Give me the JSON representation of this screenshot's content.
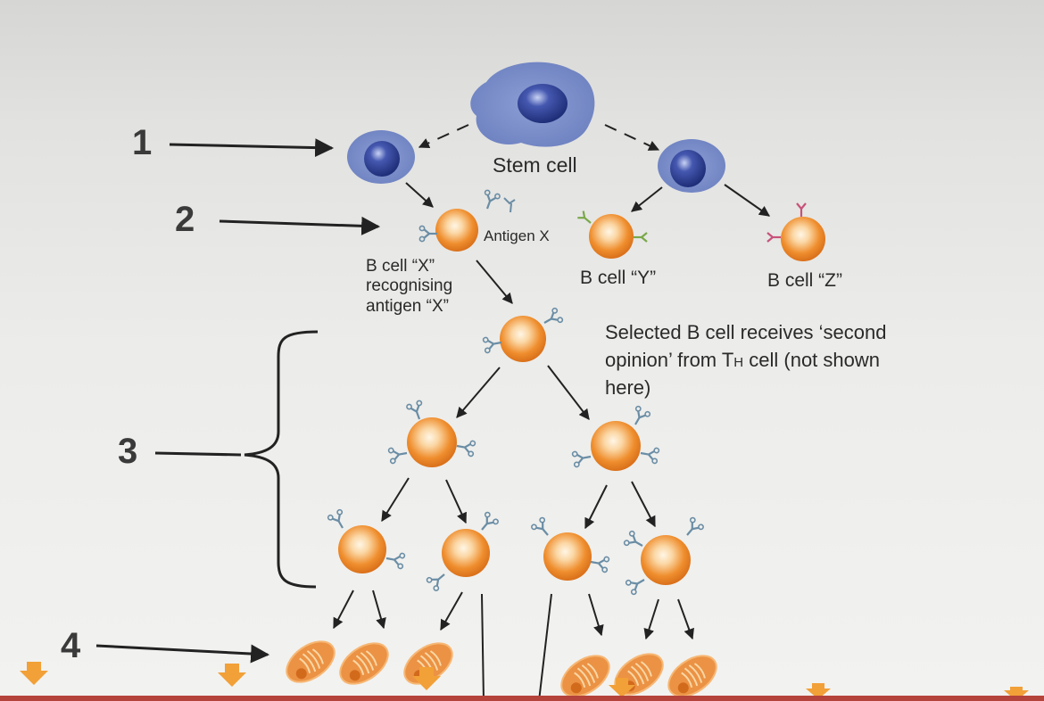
{
  "labels": {
    "stem_cell": "Stem cell",
    "antigen_x": "Antigen X",
    "b_cell_x": "B cell “X”\nrecognising\nantigen “X”",
    "b_cell_y": "B cell “Y”",
    "b_cell_z": "B cell “Z”",
    "selected_note": "Selected B cell receives ‘second\nopinion’ from T",
    "th_subscript": "H",
    "selected_note_tail": " cell (not shown\nhere)"
  },
  "markers": [
    "1",
    "2",
    "3",
    "4"
  ],
  "colors": {
    "stem_halo": "#7b8fc8",
    "nucleus": "#2c3f94",
    "b_cell": "#ec8a2c",
    "b_cell_center": "#fbd7a5",
    "antibody": "#7aa0b8",
    "antigen": "#c7527a",
    "plasma_cell": "#ea8c3a",
    "arrow": "#222222",
    "nav_arrow": "#f2a038"
  }
}
